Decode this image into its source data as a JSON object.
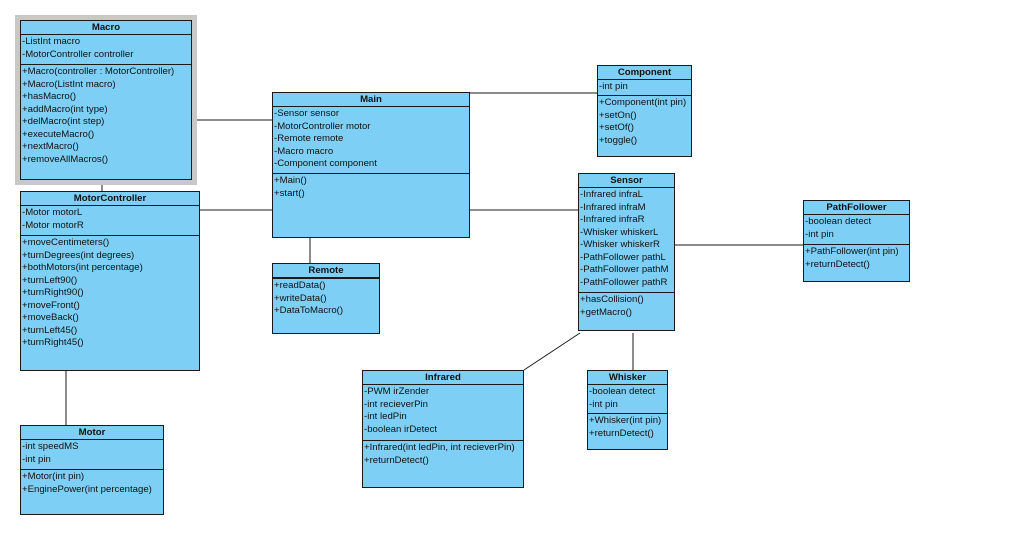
{
  "classes": [
    {
      "name": "Macro",
      "selected": true,
      "attributes": [
        "-ListInt macro",
        "-MotorController controller"
      ],
      "methods": [
        "+Macro(controller : MotorController)",
        "+Macro(ListInt macro)",
        "+hasMacro()",
        "+addMacro(int type)",
        "+delMacro(int step)",
        "+executeMacro()",
        "+nextMacro()",
        "+removeAllMacros()"
      ]
    },
    {
      "name": "Main",
      "attributes": [
        "-Sensor sensor",
        "-MotorController motor",
        "-Remote remote",
        "-Macro macro",
        "-Component component"
      ],
      "methods": [
        "+Main()",
        "+start()"
      ]
    },
    {
      "name": "Component",
      "attributes": [
        "-int pin"
      ],
      "methods": [
        "+Component(int pin)",
        "+setOn()",
        "+setOf()",
        "+toggle()"
      ]
    },
    {
      "name": "MotorController",
      "attributes": [
        "-Motor motorL",
        "-Motor motorR"
      ],
      "methods": [
        "+moveCentimeters()",
        "+turnDegrees(int degrees)",
        "+bothMotors(int percentage)",
        "+turnLeft90()",
        "+turnRight90()",
        "+moveFront()",
        "+moveBack()",
        "+turnLeft45()",
        "+turnRight45()"
      ]
    },
    {
      "name": "Remote",
      "attributes": [],
      "methods": [
        "+readData()",
        "+writeData()",
        "+DataToMacro()"
      ]
    },
    {
      "name": "Sensor",
      "attributes": [
        "-Infrared infraL",
        "-Infrared infraM",
        "-Infrared infraR",
        "-Whisker whiskerL",
        "-Whisker whiskerR",
        "-PathFollower pathL",
        "-PathFollower pathM",
        "-PathFollower pathR"
      ],
      "methods": [
        "+hasCollision()",
        "+getMacro()"
      ]
    },
    {
      "name": "PathFollower",
      "attributes": [
        "-boolean detect",
        "-int pin"
      ],
      "methods": [
        "+PathFollower(int pin)",
        "+returnDetect()"
      ]
    },
    {
      "name": "Infrared",
      "attributes": [
        "-PWM irZender",
        "-int recieverPin",
        "-int ledPin",
        "-boolean irDetect"
      ],
      "methods": [
        "+Infrared(int ledPin, int recieverPin)",
        "+returnDetect()"
      ]
    },
    {
      "name": "Whisker",
      "attributes": [
        "-boolean detect",
        "-int pin"
      ],
      "methods": [
        "+Whisker(int pin)",
        "+returnDetect()"
      ]
    },
    {
      "name": "Motor",
      "attributes": [
        "-int speedMS",
        "-int pin"
      ],
      "methods": [
        "+Motor(int pin)",
        "+EnginePower(int percentage)"
      ]
    }
  ],
  "associations": [
    [
      "Macro",
      "Main"
    ],
    [
      "Macro",
      "MotorController"
    ],
    [
      "Main",
      "Component"
    ],
    [
      "MotorController",
      "Main"
    ],
    [
      "Main",
      "Remote"
    ],
    [
      "Main",
      "Sensor"
    ],
    [
      "Sensor",
      "PathFollower"
    ],
    [
      "Sensor",
      "Infrared"
    ],
    [
      "Sensor",
      "Whisker"
    ],
    [
      "MotorController",
      "Motor"
    ]
  ],
  "colors": {
    "class_fill": "#7dcff5",
    "border": "#1a1a1a",
    "selection": "#c8c8c8"
  }
}
